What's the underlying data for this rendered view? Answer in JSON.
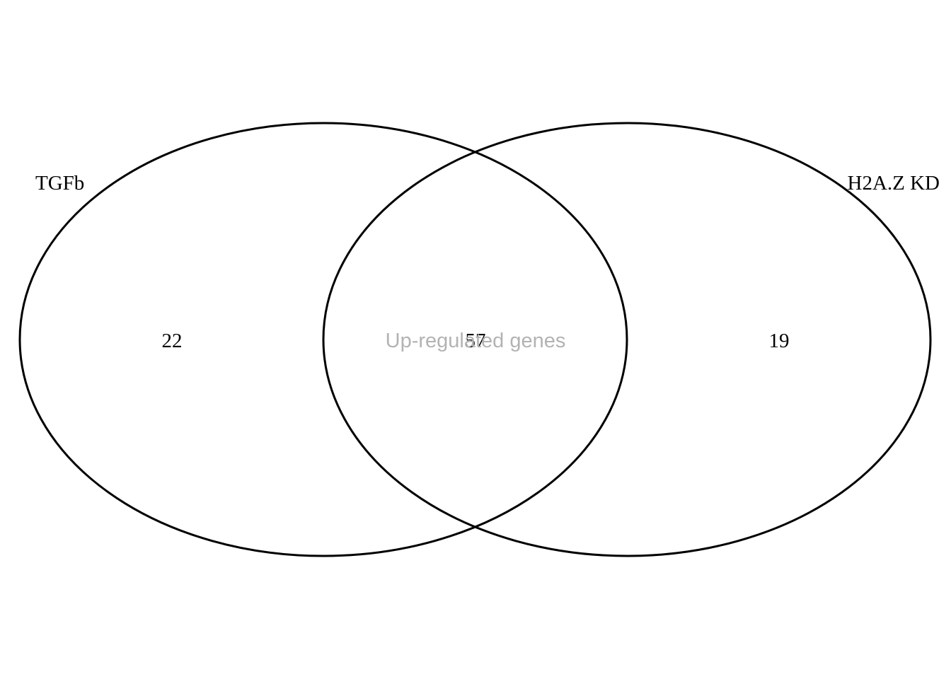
{
  "diagram": {
    "type": "venn",
    "title": "Up-regulated genes",
    "title_color": "#b3b3b3",
    "outline_color": "#000000",
    "sets": [
      {
        "label": "TGFb"
      },
      {
        "label": "H2A.Z KD"
      }
    ],
    "regions": {
      "only_tgfb": "22",
      "intersection": "57",
      "only_h2az_kd": "19"
    }
  }
}
